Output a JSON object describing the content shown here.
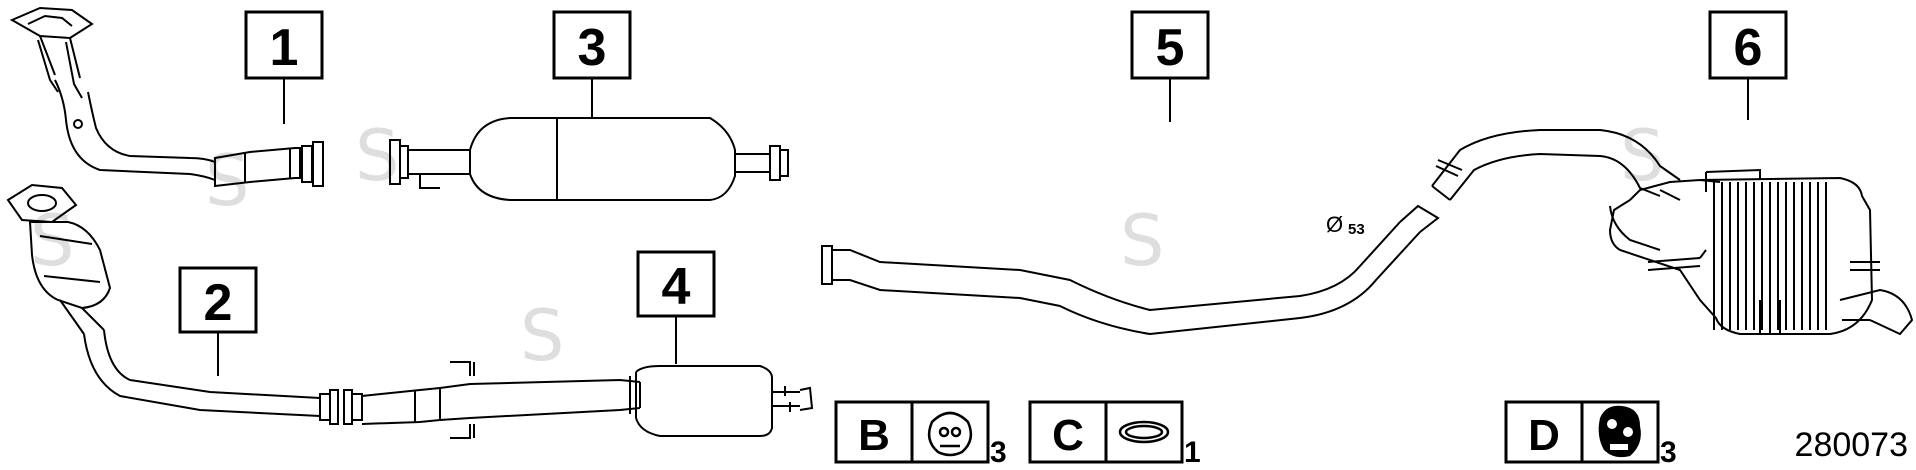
{
  "parts": [
    {
      "id": "1",
      "label": "1"
    },
    {
      "id": "2",
      "label": "2"
    },
    {
      "id": "3",
      "label": "3"
    },
    {
      "id": "4",
      "label": "4"
    },
    {
      "id": "5",
      "label": "5"
    },
    {
      "id": "6",
      "label": "6"
    }
  ],
  "dimension": {
    "symbol": "Ø",
    "value": "53"
  },
  "legend": [
    {
      "letter": "B",
      "qty": "3",
      "icon": "rubber-hanger-icon"
    },
    {
      "letter": "C",
      "qty": "1",
      "icon": "gasket-ring-icon"
    },
    {
      "letter": "D",
      "qty": "3",
      "icon": "mounting-block-icon"
    }
  ],
  "diagram_number": "280073",
  "colors": {
    "line": "#000000",
    "background": "#ffffff",
    "watermark": "#dddddd"
  }
}
